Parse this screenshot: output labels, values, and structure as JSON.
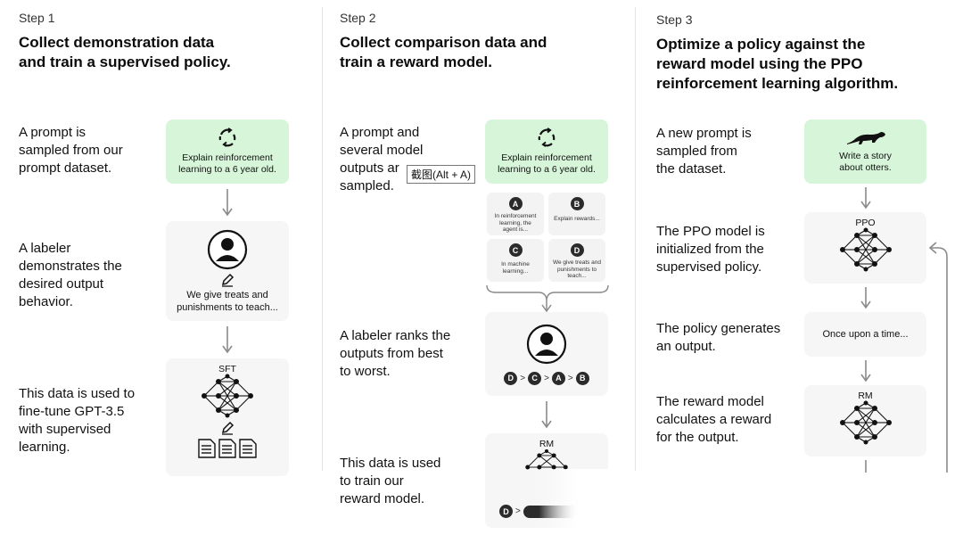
{
  "step1": {
    "label": "Step 1",
    "title_line1": "Collect demonstration data",
    "title_line2": "and train a supervised policy.",
    "desc1": [
      "A prompt is",
      "sampled from our",
      "prompt dataset."
    ],
    "desc2": [
      "A labeler",
      "demonstrates the",
      "desired output",
      "behavior."
    ],
    "desc3": [
      "This data is used to",
      "fine-tune GPT-3.5",
      "with supervised",
      "learning."
    ],
    "prompt_text": [
      "Explain reinforcement",
      "learning to a 6 year old."
    ],
    "demo_text": [
      "We give treats and",
      "punishments to teach..."
    ],
    "model_label": "SFT"
  },
  "step2": {
    "label": "Step 2",
    "title_line1": "Collect comparison data and",
    "title_line2": "train a reward model.",
    "desc1": [
      "A prompt and",
      "several model",
      "outputs ar",
      "sampled."
    ],
    "desc2": [
      "A labeler ranks the",
      "outputs from best",
      "to worst."
    ],
    "desc3": [
      "This data is used",
      "to train our",
      "reward model."
    ],
    "prompt_text": [
      "Explain reinforcement",
      "learning to a 6 year old."
    ],
    "outputs": [
      {
        "badge": "A",
        "text": [
          "In reinforcement",
          "learning, the",
          "agent is..."
        ]
      },
      {
        "badge": "B",
        "text": [
          "Explain rewards..."
        ]
      },
      {
        "badge": "C",
        "text": [
          "In machine",
          "learning..."
        ]
      },
      {
        "badge": "D",
        "text": [
          "We give treats and",
          "punishments to",
          "teach..."
        ]
      }
    ],
    "ranking": [
      "D",
      ">",
      "C",
      ">",
      "A",
      ">",
      "B"
    ],
    "rm_label": "RM",
    "rm_rank_first": "D",
    "rm_rank_sep": ">",
    "tooltip": "截图(Alt + A)"
  },
  "step3": {
    "label": "Step 3",
    "title_line1": "Optimize a policy against the",
    "title_line2": "reward model using the PPO",
    "title_line3": "reinforcement learning algorithm.",
    "desc1": [
      "A new prompt is",
      "sampled from",
      "the dataset."
    ],
    "desc2": [
      "The PPO model is",
      "initialized from the",
      "supervised policy."
    ],
    "desc3": [
      "The policy generates",
      "an output."
    ],
    "desc4": [
      "The reward model",
      "calculates a reward",
      "for the output."
    ],
    "prompt_text": [
      "Write a story",
      "about otters."
    ],
    "ppo_label": "PPO",
    "output_text": "Once upon a time...",
    "rm_label": "RM"
  },
  "colors": {
    "green_card": "#d7f5d9",
    "grey_card": "#f6f6f6",
    "badge": "#2b2b2b",
    "arrow": "#8a8a8a"
  },
  "icons": [
    "recycle-icon",
    "person-icon",
    "pencil-icon",
    "document-icon",
    "otter-icon",
    "neural-net-icon",
    "arrow-down-icon",
    "feedback-arrow-icon"
  ]
}
